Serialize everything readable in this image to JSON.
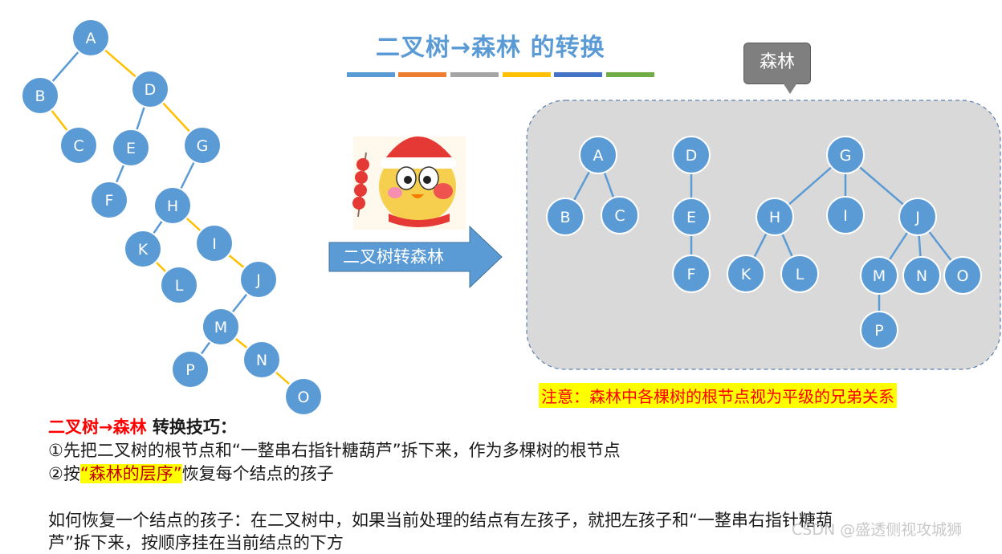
{
  "title": {
    "part1": "二叉树",
    "arrow": "→",
    "part2": "森林 的转换"
  },
  "color_bars": [
    "#5b9bd5",
    "#ed7d31",
    "#a5a5a5",
    "#ffc000",
    "#4472c4",
    "#70ad47"
  ],
  "colors": {
    "node_fill": "#5b9bd5",
    "node_stroke": "#ffffff",
    "left_edge": "#5b9bd5",
    "right_edge": "#ffc000",
    "forest_bg": "#d9d9d9",
    "arrow_fill": "#5b9bd5"
  },
  "tooltip": {
    "label": "森林"
  },
  "arrow": {
    "label": "二叉树转森林"
  },
  "binary_tree": {
    "nodes": [
      "A",
      "B",
      "C",
      "D",
      "E",
      "F",
      "G",
      "H",
      "I",
      "J",
      "K",
      "L",
      "M",
      "N",
      "O",
      "P"
    ],
    "left_edges": [
      [
        "A",
        "B"
      ],
      [
        "D",
        "E"
      ],
      [
        "E",
        "F"
      ],
      [
        "G",
        "H"
      ],
      [
        "H",
        "K"
      ],
      [
        "J",
        "M"
      ],
      [
        "M",
        "P"
      ]
    ],
    "right_edges": [
      [
        "A",
        "D"
      ],
      [
        "B",
        "C"
      ],
      [
        "D",
        "G"
      ],
      [
        "H",
        "I"
      ],
      [
        "I",
        "J"
      ],
      [
        "K",
        "L"
      ],
      [
        "M",
        "N"
      ],
      [
        "N",
        "O"
      ]
    ]
  },
  "forest": {
    "trees": [
      {
        "root": "A",
        "children": [
          "B",
          "C"
        ]
      },
      {
        "root": "D",
        "children": [
          "E"
        ],
        "grandchildren": {
          "E": [
            "F"
          ]
        }
      },
      {
        "root": "G",
        "children": [
          "H",
          "I",
          "J"
        ],
        "grandchildren": {
          "H": [
            "K",
            "L"
          ],
          "J": [
            "M",
            "N",
            "O"
          ],
          "M": [
            "P"
          ]
        }
      }
    ]
  },
  "note": "注意：森林中各棵树的根节点视为平级的兄弟关系",
  "tips": {
    "heading_red": "二叉树→森林",
    "heading_black": " 转换技巧：",
    "line1": "①先把二叉树的根节点和“一整串右指针糖葫芦”拆下来，作为多棵树的根节点",
    "line2_prefix": "②按",
    "line2_highlight": "“森林的层序”",
    "line2_suffix": "恢复每个结点的孩子",
    "para_line1": "如何恢复一个结点的孩子：在二叉树中，如果当前处理的结点有左孩子，就把左孩子和“一整串右指针糖葫",
    "para_line2": "芦”拆下来，按顺序挂在当前结点的下方"
  },
  "watermark": "CSDN @盛透侧视攻城狮"
}
